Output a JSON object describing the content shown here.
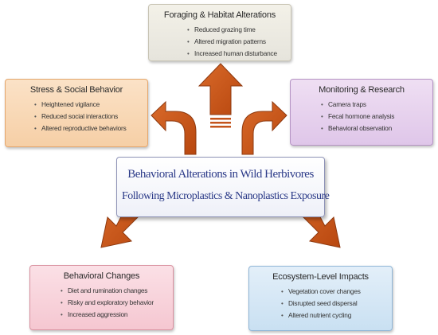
{
  "center": {
    "line1": "Behavioral Alterations in Wild Herbivores",
    "line2": "Following Microplastics & Nanoplastics Exposure"
  },
  "boxes": {
    "foraging": {
      "title": "Foraging & Habitat Alterations",
      "items": [
        "Reduced grazing time",
        "Altered migration patterns",
        "Increased human disturbance"
      ]
    },
    "stress": {
      "title": "Stress & Social Behavior",
      "items": [
        "Heightened vigilance",
        "Reduced social interactions",
        "Altered reproductive behaviors"
      ]
    },
    "monitoring": {
      "title": "Monitoring & Research",
      "items": [
        "Camera traps",
        "Fecal hormone analysis",
        "Behavioral observation"
      ]
    },
    "behavioral": {
      "title": "Behavioral Changes",
      "items": [
        "Diet and rumination changes",
        "Risky and exploratory behavior",
        "Increased aggression"
      ]
    },
    "ecosystem": {
      "title": "Ecosystem-Level Impacts",
      "items": [
        "Vegetation cover changes",
        "Disrupted seed dispersal",
        "Altered nutrient cycling"
      ]
    }
  },
  "colors": {
    "arrow": "#c4541c",
    "arrow_edge": "#8e3a10",
    "center_text": "#2b3a88"
  }
}
